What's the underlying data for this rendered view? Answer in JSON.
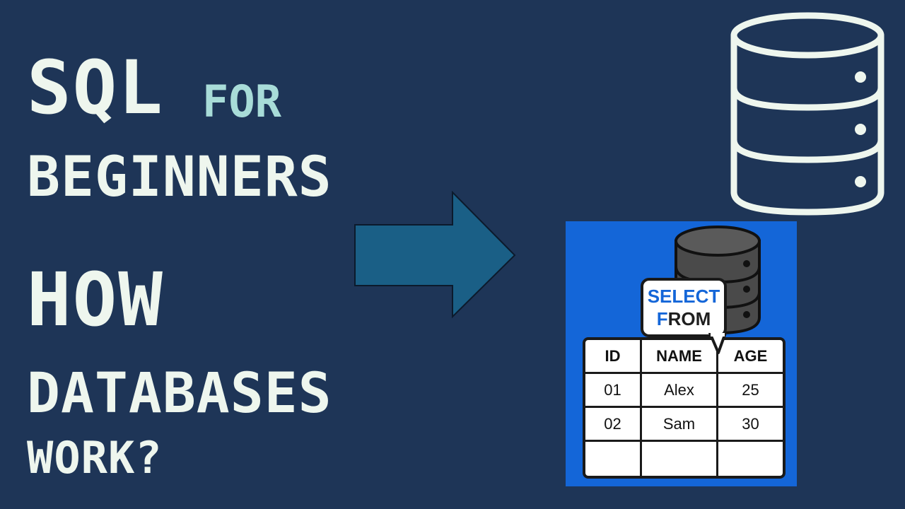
{
  "title": {
    "line1": "SQL",
    "line1_suffix": "FOR",
    "line2": "BEGINNERS",
    "line3": "HOW",
    "line4": "DATABASES",
    "line5": "WORK?"
  },
  "graphic": {
    "icons": [
      "database-outline-icon",
      "arrow-right-icon",
      "database-filled-icon",
      "speech-bubble-icon"
    ],
    "colors": {
      "background": "#1e3557",
      "text": "#eef6ee",
      "accent_text": "#a8dcd8",
      "arrow": "#1a5f86",
      "card": "#1466d8"
    },
    "bubble": {
      "select_first": "S",
      "select_rest": "ELECT",
      "from_first": "F",
      "from_rest": "ROM"
    },
    "table": {
      "headers": [
        "ID",
        "NAME",
        "AGE"
      ],
      "rows": [
        [
          "01",
          "Alex",
          "25"
        ],
        [
          "02",
          "Sam",
          "30"
        ],
        [
          "",
          "",
          ""
        ]
      ]
    }
  }
}
